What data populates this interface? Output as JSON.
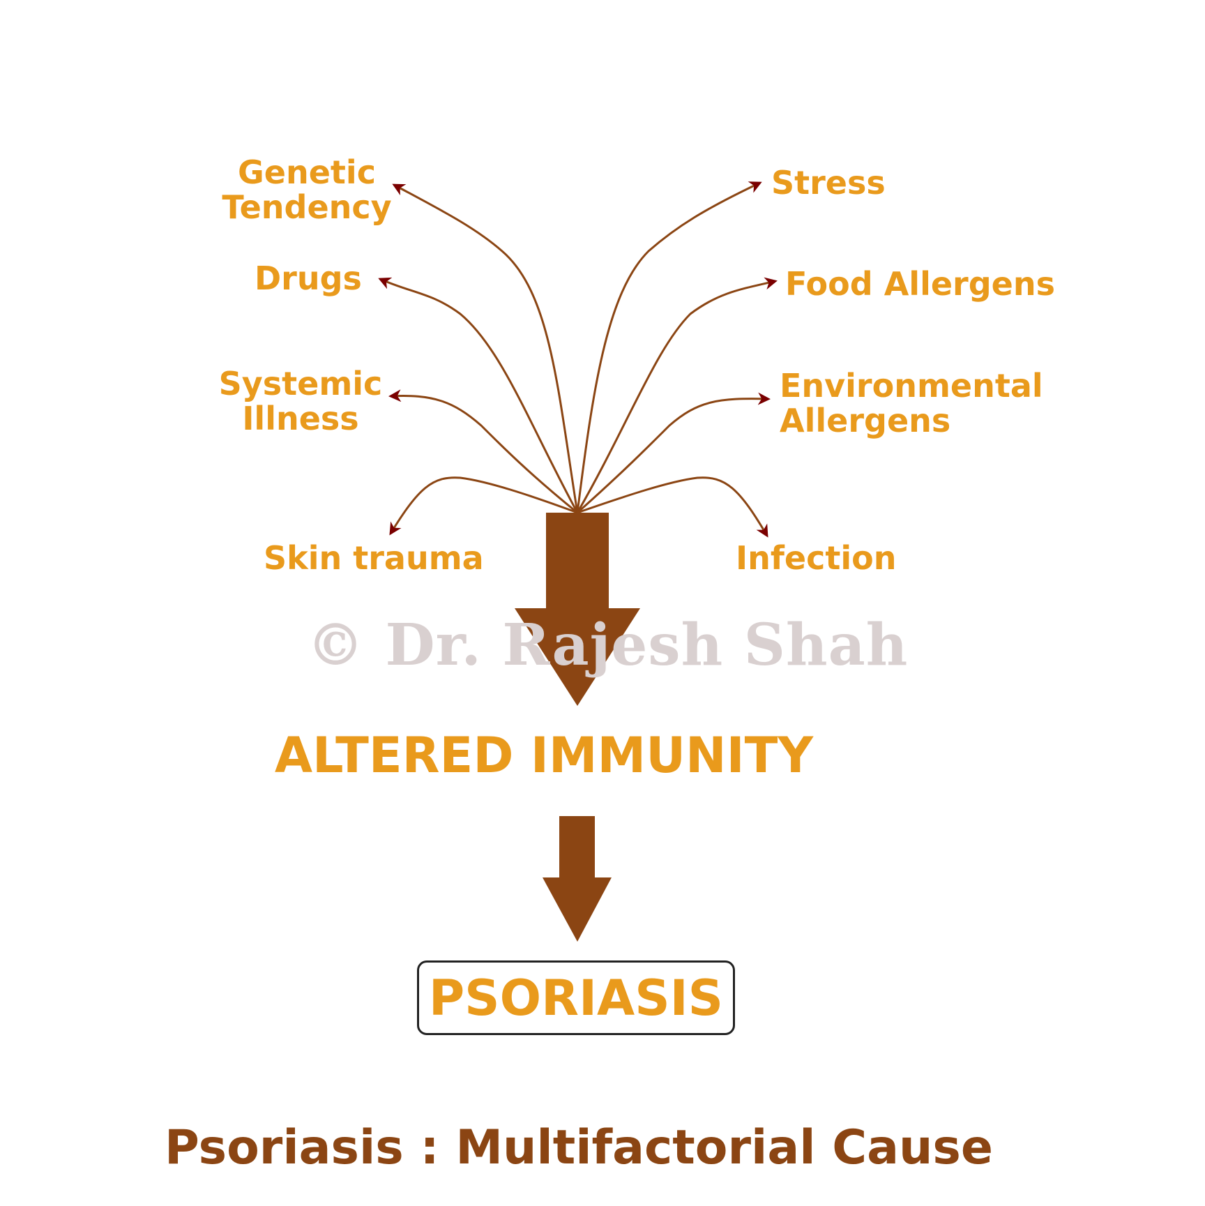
{
  "colors": {
    "label": "#E99A1C",
    "arrow_body": "#8B4513",
    "arrow_head": "#7A0000",
    "caption": "#8B4513",
    "watermark": "#D9D0D0",
    "box_border": "#222222"
  },
  "factors": {
    "genetic_line1": "Genetic",
    "genetic_line2": "Tendency",
    "stress": "Stress",
    "drugs": "Drugs",
    "food_allergens": "Food Allergens",
    "systemic_line1": "Systemic",
    "systemic_line2": "Illness",
    "environmental_line1": "Environmental",
    "environmental_line2": "Allergens",
    "skin_trauma": "Skin trauma",
    "infection": "Infection"
  },
  "watermark": "© Dr. Rajesh Shah",
  "altered_immunity": "ALTERED IMMUNITY",
  "result": "PSORIASIS",
  "caption": "Psoriasis : Multifactorial Cause"
}
